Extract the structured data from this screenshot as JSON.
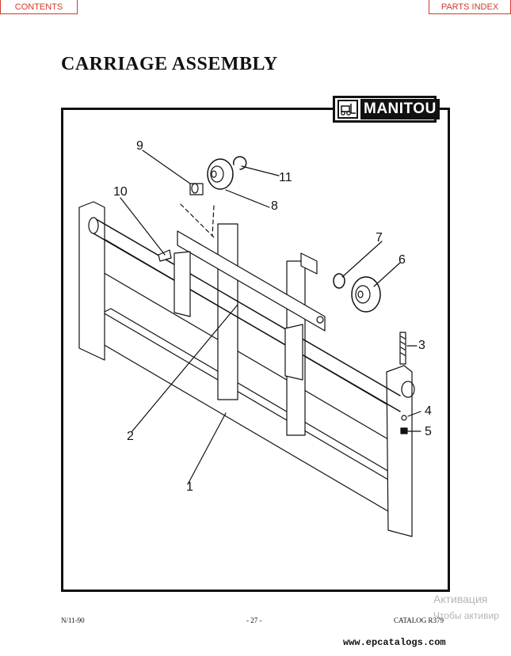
{
  "nav": {
    "contents_label": "CONTENTS",
    "parts_index_label": "PARTS INDEX"
  },
  "page": {
    "title": "CARRIAGE ASSEMBLY"
  },
  "logo": {
    "text": "MANITOU",
    "icon": "forklift-icon"
  },
  "callouts": [
    "1",
    "2",
    "3",
    "4",
    "5",
    "6",
    "7",
    "8",
    "9",
    "10",
    "11"
  ],
  "footer": {
    "left": "N/11-90",
    "center": "- 27 -",
    "right": "CATALOG R379"
  },
  "watermark": {
    "line1": "Активация",
    "line2": "Чтобы активир"
  },
  "website": "www.epcatalogs.com",
  "colors": {
    "nav_accent": "#d23a2a",
    "ink": "#111111"
  }
}
